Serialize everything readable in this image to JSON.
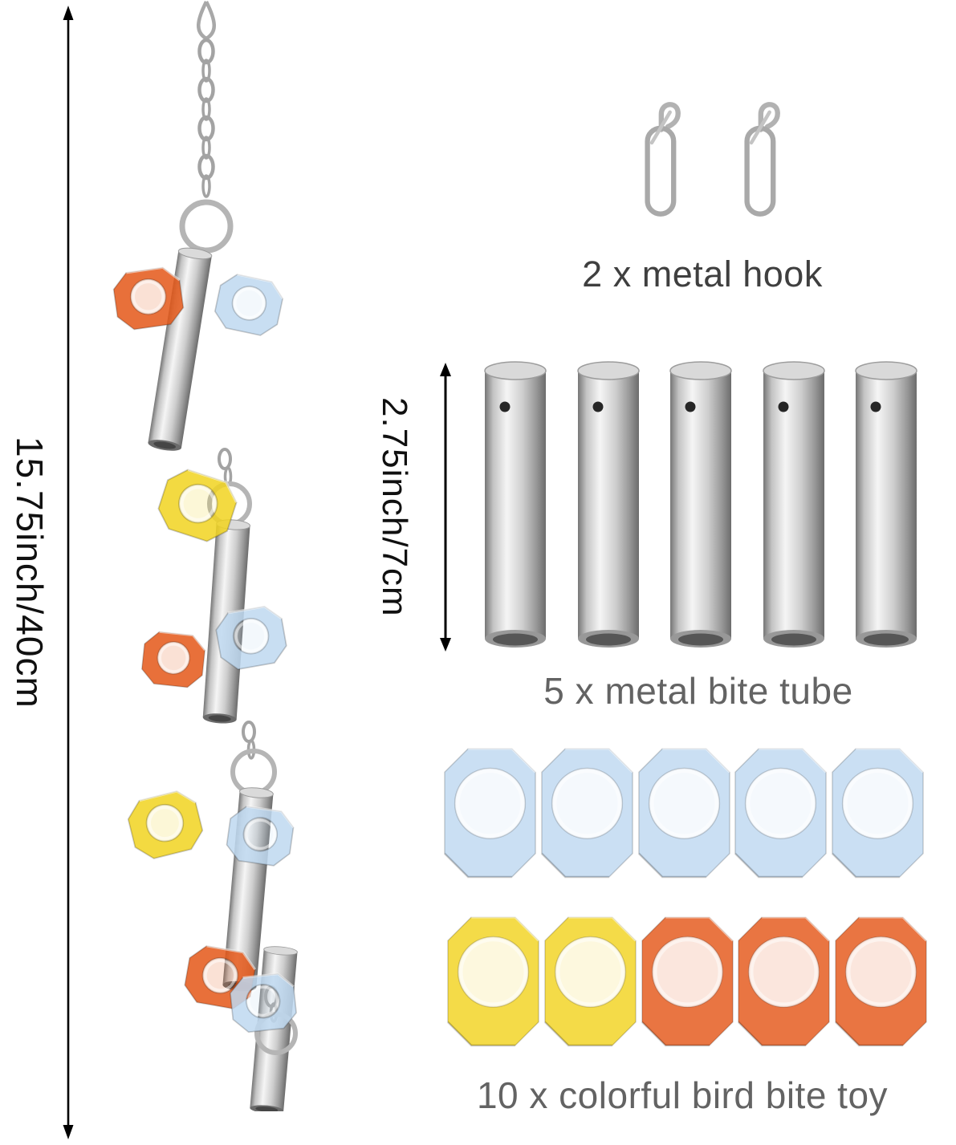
{
  "dimensions": {
    "toy_height": "15.75inch/40cm",
    "tube_length": "2.75inch/7cm"
  },
  "captions": {
    "hooks": "2 x metal hook",
    "tubes": "5 x metal bite tube",
    "rings": "10 x colorful bird bite toy"
  },
  "counts": {
    "hooks": 2,
    "tubes": 5,
    "rings": 10
  },
  "colors": {
    "blue": "#bed8f0",
    "yellow": "#f1d320",
    "orange": "#e45718",
    "metal_light": "#f5f5f5",
    "metal_dark": "#6d6d6d",
    "caption": "#636363",
    "caption_dark": "#3f3f3f",
    "dimension": "#101010"
  },
  "rings": {
    "row1": [
      "blue",
      "blue",
      "blue",
      "blue",
      "blue"
    ],
    "row2": [
      "yellow",
      "yellow",
      "orange",
      "orange",
      "orange"
    ]
  }
}
